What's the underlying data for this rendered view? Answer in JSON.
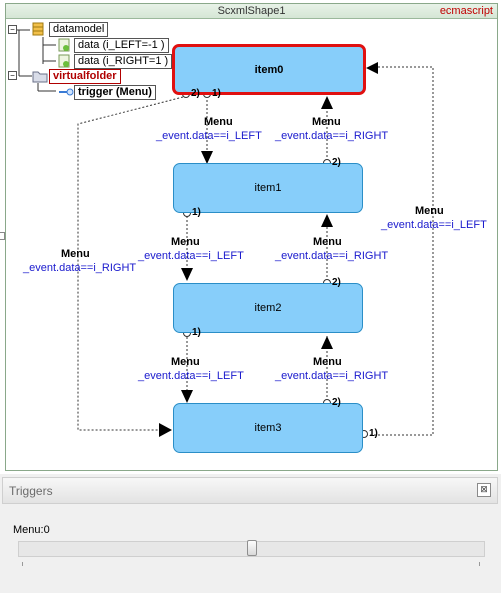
{
  "canvas": {
    "title": "ScxmlShape1",
    "language": "ecmascript"
  },
  "tree": {
    "datamodel": "datamodel",
    "data_items": [
      "data (i_LEFT=-1 )",
      "data (i_RIGHT=1 )"
    ],
    "folder": "virtualfolder",
    "trigger": "trigger (Menu)",
    "expand_glyph": "−"
  },
  "states": {
    "item0": "item0",
    "item1": "item1",
    "item2": "item2",
    "item3": "item3"
  },
  "transitions": {
    "event": "Menu",
    "cond_left": "_event.data==i_LEFT",
    "cond_right": "_event.data==i_RIGHT",
    "port1": "1)",
    "port2": "2)"
  },
  "triggers_panel": {
    "title": "Triggers",
    "close_glyph": "⊠",
    "slider_label": "Menu:0",
    "slider_value": 0.5
  },
  "colors": {
    "state_fill": "#87cefa",
    "active_border": "#e01010",
    "condition_text": "#1a1acd",
    "language_text": "#c00000"
  },
  "icons": [
    "database-icon",
    "data-icon",
    "folder-icon",
    "trigger-icon"
  ]
}
